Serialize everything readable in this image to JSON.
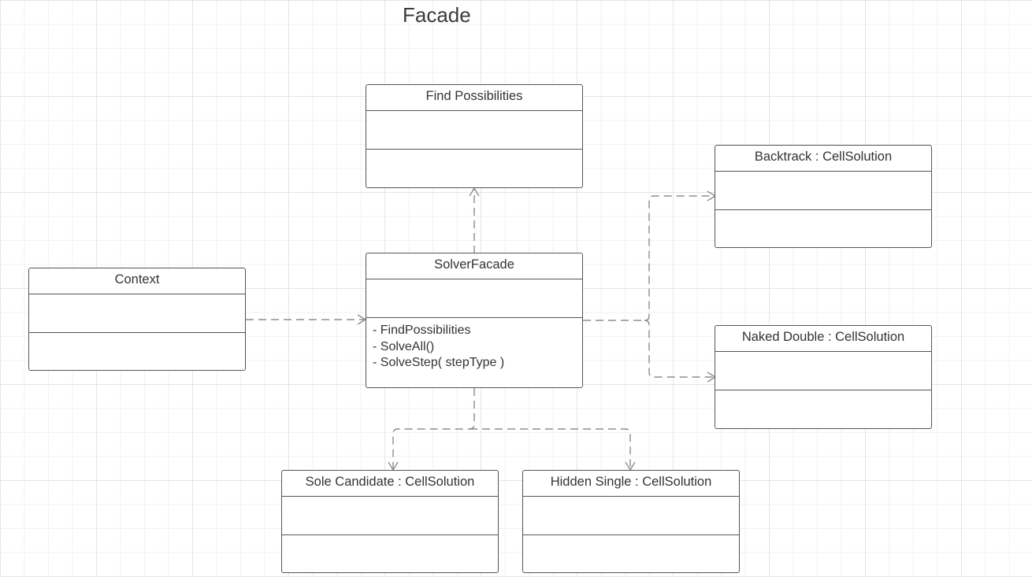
{
  "title": "Facade",
  "classes": {
    "find_possibilities": {
      "name": "Find Possibilities",
      "methods": []
    },
    "backtrack": {
      "name": "Backtrack : CellSolution",
      "methods": []
    },
    "context": {
      "name": "Context",
      "methods": []
    },
    "solver_facade": {
      "name": "SolverFacade",
      "methods": [
        "- FindPossibilities",
        "- SolveAll()",
        "- SolveStep( stepType )"
      ]
    },
    "naked_double": {
      "name": "Naked Double : CellSolution",
      "methods": []
    },
    "sole_candidate": {
      "name": "Sole Candidate : CellSolution",
      "methods": []
    },
    "hidden_single": {
      "name": "Hidden Single : CellSolution",
      "methods": []
    }
  },
  "relationships": [
    {
      "from": "Context",
      "to": "SolverFacade",
      "type": "dependency"
    },
    {
      "from": "SolverFacade",
      "to": "Find Possibilities",
      "type": "dependency"
    },
    {
      "from": "SolverFacade",
      "to": "Backtrack : CellSolution",
      "type": "dependency"
    },
    {
      "from": "SolverFacade",
      "to": "Naked Double : CellSolution",
      "type": "dependency"
    },
    {
      "from": "SolverFacade",
      "to": "Sole Candidate : CellSolution",
      "type": "dependency"
    },
    {
      "from": "SolverFacade",
      "to": "Hidden Single : CellSolution",
      "type": "dependency"
    }
  ],
  "colors": {
    "border": "#555555",
    "connector": "#777777",
    "grid": "#e5e5e5",
    "text": "#333333"
  }
}
